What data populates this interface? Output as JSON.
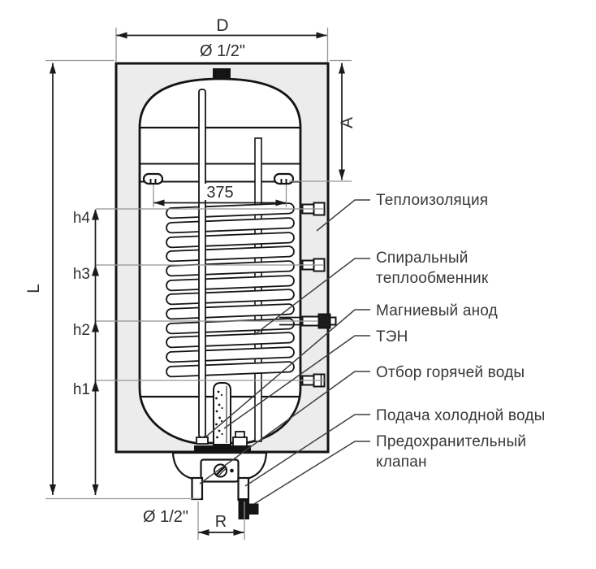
{
  "drawing": {
    "type": "water-heater-technical-diagram",
    "units_note": "375"
  },
  "dims": {
    "D": "D",
    "A": "A",
    "L": "L",
    "h1": "h1",
    "h2": "h2",
    "h3": "h3",
    "h4": "h4",
    "coil_span": "375",
    "R": "R",
    "port_top": "Ø 1/2\"",
    "port_bottom": "Ø 1/2\""
  },
  "callouts": {
    "insulation": "Теплоизоляция",
    "spiral1": "Спиральный",
    "spiral2": "теплообменник",
    "anode": "Магниевый анод",
    "heater": "ТЭН",
    "hot": "Отбор горячей воды",
    "cold": "Подача холодной воды",
    "valve1": "Предохранительный",
    "valve2": "клапан"
  },
  "colors": {
    "line": "#141414",
    "insulation_fill": "#ececec",
    "reference_gray": "#949494",
    "label_text": "#383838",
    "background": "#ffffff"
  }
}
